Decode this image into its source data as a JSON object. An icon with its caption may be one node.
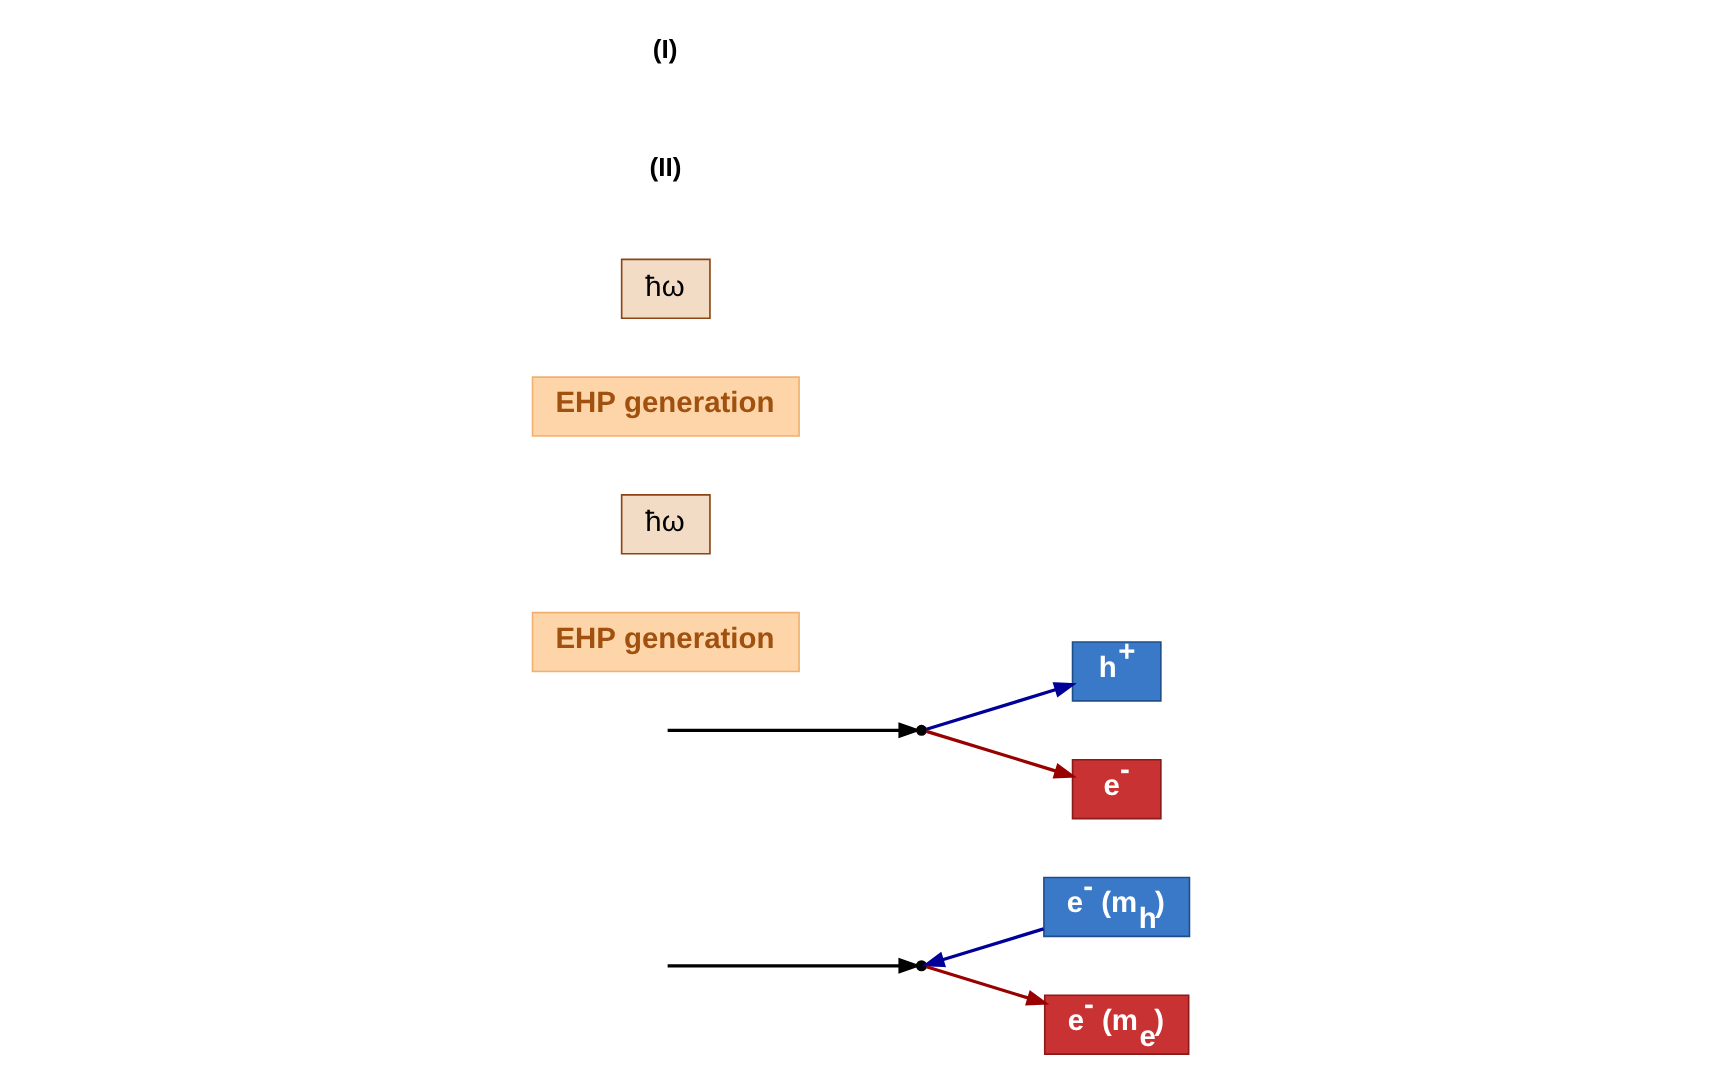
{
  "diagram": {
    "nodes": [
      {
        "text": [
          "ħω"
        ]
      },
      {
        "text": [],
        "shape": "point"
      },
      {
        "text": [
          "e$^{-}$"
        ]
      },
      {
        "text": [
          "h$^{+}$"
        ]
      },
      {
        "text": [
          "EHP generation"
        ]
      },
      {
        "text": [
          "ħω"
        ]
      },
      {
        "text": [],
        "shape": "point"
      },
      {
        "text": [
          "e$^{-}$ (m$_{e}$)"
        ]
      },
      {
        "text": [
          "e$^{-}$ (m$_{h}$)"
        ]
      },
      {
        "text": [
          "EHP generation"
        ]
      }
    ],
    "edges": [
      {
        "from": null,
        "to": 1,
        "arrow": "to",
        "color": "#000000"
      },
      {
        "from": 1,
        "to": 2,
        "arrow": "to",
        "color": "#990000"
      },
      {
        "from": 1,
        "to": 3,
        "arrow": "to",
        "color": "#000099"
      },
      {
        "from": null,
        "to": 6,
        "arrow": "to",
        "color": "#000000"
      },
      {
        "from": 6,
        "to": 7,
        "arrow": "to",
        "color": "#990000"
      },
      {
        "from": 8,
        "to": 6,
        "arrow": "to",
        "color": "#000099"
      }
    ],
    "labels": [
      "(I)",
      "(II)"
    ]
  }
}
